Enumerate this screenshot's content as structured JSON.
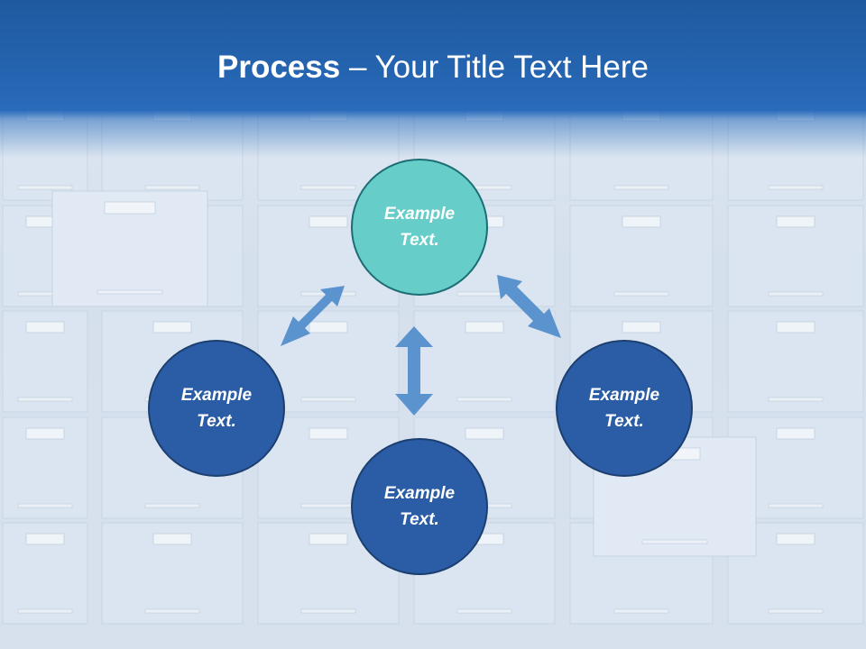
{
  "slide": {
    "title_bold": "Process",
    "title_rest": " – Your Title Text Here"
  },
  "nodes": {
    "top": "Example Text.",
    "left": "Example Text.",
    "right": "Example Text.",
    "bottom": "Example Text."
  },
  "colors": {
    "header_blue": "#2666b3",
    "node_dark": "#2b5da6",
    "node_teal": "#66cdc9",
    "arrow": "#5b93cf"
  }
}
